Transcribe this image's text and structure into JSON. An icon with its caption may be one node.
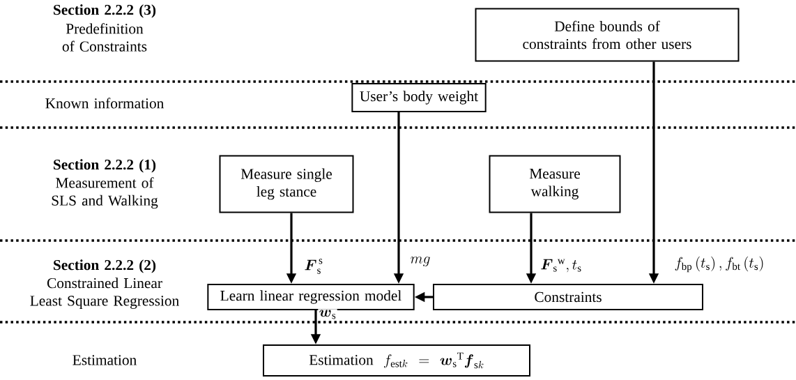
{
  "diagram": {
    "nodes": [
      {
        "text": [
          "Define bounds of constraints from other users"
        ]
      },
      {
        "text": [
          "User’s body weight"
        ]
      },
      {
        "text": [
          "Measure single leg stance"
        ]
      },
      {
        "text": [
          "Measure walking"
        ]
      },
      {
        "text": [
          "Learn linear regression model"
        ]
      },
      {
        "text": [
          "Constraints"
        ]
      },
      {
        "text": [
          "Estimation",
          "f_{\\mathrm{est}k} = \\boldsymbol{w}_{\\mathrm{s}}{}^{\\mathrm{T}}\\boldsymbol{f}_{\\mathrm{s}k}"
        ]
      }
    ],
    "edges": [
      {
        "from": 2,
        "to": 4,
        "arrow": "to",
        "label": "\\boldsymbol{F}_{\\mathrm{s}}^{\\,\\mathrm{s}}"
      },
      {
        "from": 1,
        "to": 4,
        "arrow": "to",
        "label": "mg"
      },
      {
        "from": 3,
        "to": 5,
        "arrow": "to",
        "label": "\\boldsymbol{F}_{\\mathrm{s}}{}^{\\mathrm{w}}, t_{\\mathrm{s}}"
      },
      {
        "from": 0,
        "to": 5,
        "arrow": "to",
        "label": "f_{\\mathrm{bp}}\\left(t_{\\mathrm{s}}\\right), f_{\\mathrm{bt}}\\left(t_{\\mathrm{s}}\\right)"
      },
      {
        "from": 5,
        "to": 4,
        "arrow": "to"
      },
      {
        "from": 4,
        "to": 6,
        "arrow": "to",
        "label": "\\boldsymbol{w}_{\\mathrm{s}}"
      }
    ],
    "labels": [
      "Section 2.2.2 (3)",
      "Predefinition of Constraints",
      "Known information",
      "Section 2.2.2 (1)",
      "Measurement of SLS and Walking",
      "Section 2.2.2 (2)",
      "Constrained Linear Least Square Regression",
      "Estimation"
    ]
  }
}
